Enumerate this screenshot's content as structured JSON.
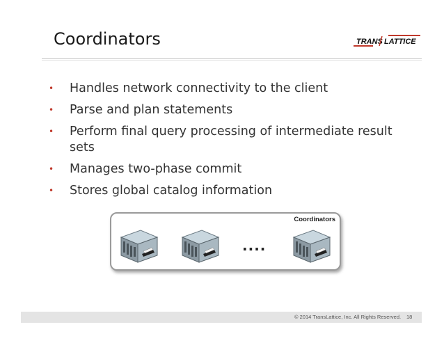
{
  "slide": {
    "title": "Coordinators",
    "logo_text": "TRANSLATTICE",
    "bullets": [
      "Handles network connectivity to the client",
      "Parse and plan statements",
      "Perform final query processing of intermediate result sets",
      "Manages two-phase commit",
      "Stores global catalog information"
    ],
    "bullet_glyph": "•",
    "bullet_color": "#c0392b"
  },
  "diagram": {
    "label": "Coordinators",
    "ellipsis": "....",
    "servers": [
      "server-icon",
      "server-icon",
      "server-icon"
    ]
  },
  "footer": {
    "copyright": "© 2014 TransLattice, Inc. All Rights Reserved.",
    "page_number": "18"
  },
  "colors": {
    "accent": "#c0392b",
    "text": "#333333"
  }
}
